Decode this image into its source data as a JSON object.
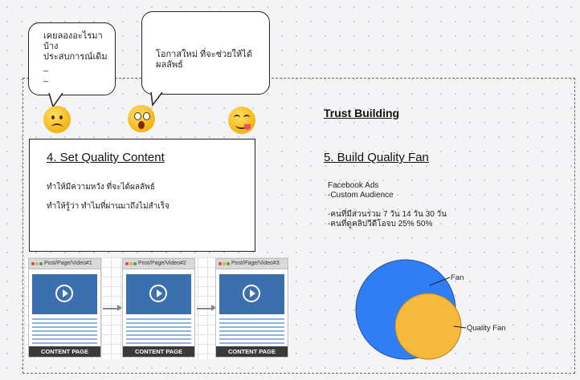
{
  "bubbles": {
    "past": {
      "lines": [
        "เคยลองอะไรมาบ้าง",
        "ประสบการณ์เดิม",
        "_",
        "_"
      ]
    },
    "hope": {
      "text": "โอกาสใหม่ ที่จะช่วยให้ได้ผลลัพธ์"
    }
  },
  "emojis": [
    "worried-face-icon",
    "astonished-face-icon",
    "yummy-face-icon"
  ],
  "trust_building": {
    "title": "Trust Building"
  },
  "step4": {
    "title": "4. Set Quality Content",
    "line1": "ทำให้มีความหวัง ที่จะได้ผลลัพธ์",
    "line2": "ทำให้รู้ว่า ทำไมที่ผ่านมาถึงไม่สำเร็จ"
  },
  "step5": {
    "title": "5. Build Quality Fan",
    "lines": [
      "Facebook Ads",
      "-Custom Audience",
      "",
      "-คนที่มีส่วนร่วม 7 วัน 14 วัน 30 วัน",
      "-คนที่ดูคลิปวีดีโอจบ 25% 50%"
    ]
  },
  "content_pages": [
    {
      "title": "Post/Page/Video#1",
      "footer": "CONTENT PAGE"
    },
    {
      "title": "Post/Page/Video#2",
      "footer": "CONTENT PAGE"
    },
    {
      "title": "Post/Page/Video#3",
      "footer": "CONTENT PAGE"
    }
  ],
  "venn": {
    "outer_label": "Fan",
    "inner_label": "Quality Fan",
    "outer_color": "#2f7ef5",
    "inner_color": "#f6b93b"
  }
}
